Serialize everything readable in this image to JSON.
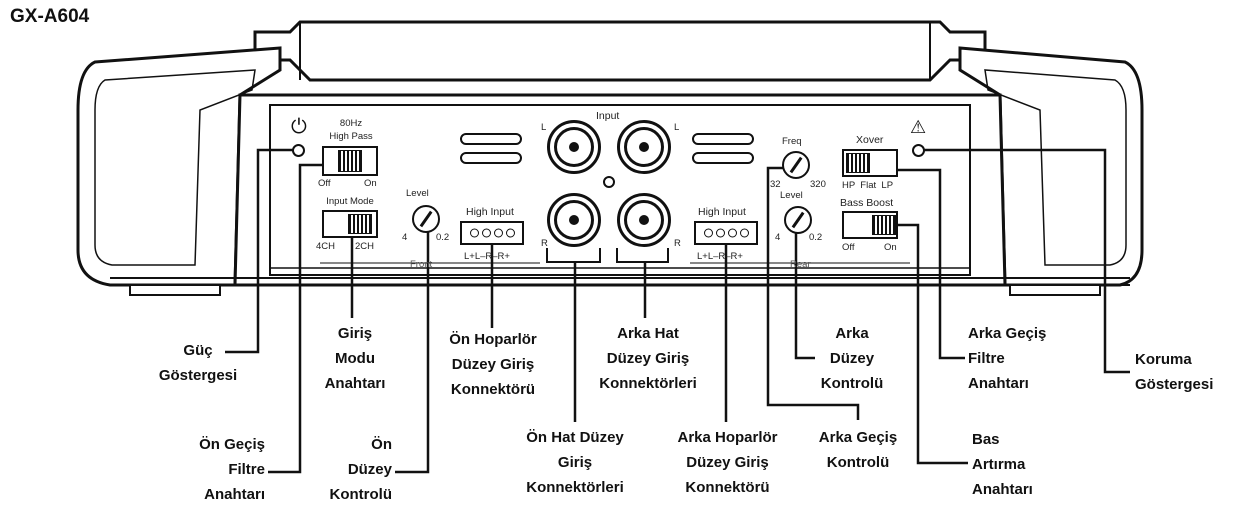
{
  "title": "GX-A604",
  "panel": {
    "power_symbol": "⏻",
    "warning_symbol": "⚠",
    "hz_label": "80Hz",
    "highpass_label": "High Pass",
    "off": "Off",
    "on": "On",
    "input_mode_label": "Input Mode",
    "ch4": "4CH",
    "ch2": "2CH",
    "level": "Level",
    "lvl4": "4",
    "lvl02": "0.2",
    "high_input": "High Input",
    "input": "Input",
    "l": "L",
    "r": "R",
    "pins": "L+L–R–R+",
    "front": "Front",
    "rear": "Rear",
    "freq": "Freq",
    "f32": "32",
    "f320": "320",
    "xover": "Xover",
    "xover_modes": "HP  Flat  LP",
    "bass_boost": "Bass Boost"
  },
  "callouts": {
    "guc": [
      "Güç",
      "Göstergesi"
    ],
    "giris_modu": [
      "Giriş",
      "Modu",
      "Anahtarı"
    ],
    "on_hoparlor": [
      "Ön Hoparlör",
      "Düzey Giriş",
      "Konnektörü"
    ],
    "arka_hat": [
      "Arka Hat",
      "Düzey Giriş",
      "Konnektörleri"
    ],
    "arka_duzey": [
      "Arka",
      "Düzey",
      "Kontrolü"
    ],
    "arka_gecis_filtre": [
      "Arka Geçiş",
      "Filtre",
      "Anahtarı"
    ],
    "koruma": [
      "Koruma",
      "Göstergesi"
    ],
    "on_gecis_filtre": [
      "Ön Geçiş",
      "Filtre",
      "Anahtarı"
    ],
    "on_duzey": [
      "Ön",
      "Düzey",
      "Kontrolü"
    ],
    "on_hat": [
      "Ön Hat Düzey",
      "Giriş",
      "Konnektörleri"
    ],
    "arka_hoparlor": [
      "Arka Hoparlör",
      "Düzey Giriş",
      "Konnektörü"
    ],
    "arka_gecis_kontrol": [
      "Arka Geçiş",
      "Kontrolü"
    ],
    "bas_artirma": [
      "Bas",
      "Artırma",
      "Anahtarı"
    ]
  }
}
